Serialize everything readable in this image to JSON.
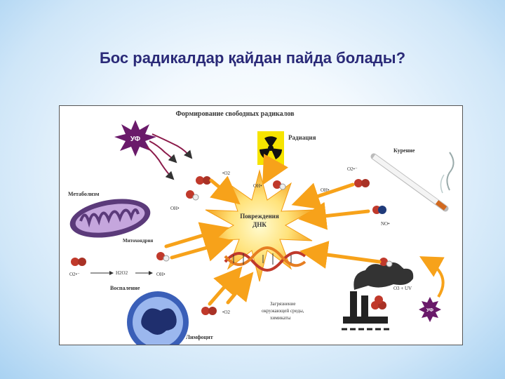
{
  "slide": {
    "title": "Бос радикалдар қайдан пайда болады?"
  },
  "diagram": {
    "heading": "Формирование свободных радикалов",
    "center_line1": "Повреждения",
    "center_line2": "ДНК",
    "uv_label": "УФ",
    "radiation_label": "Радиация",
    "smoking_label": "Курение",
    "metabolism_label": "Метаболизм",
    "mitochondria_label": "Митохондрия",
    "inflammation_label": "Воспаление",
    "lymphocyte_label": "Лимфоцит",
    "pollution_line1": "Загрязнение",
    "pollution_line2": "окружающей среды,",
    "pollution_line3": "химикаты",
    "uv_small_label": "УФ",
    "formula_o2_top": "•O2",
    "formula_oh_uv": "OH•",
    "formula_oh_rad": "OH•",
    "formula_o2_smoke": "O2•⁻",
    "formula_oh_smoke": "OH•",
    "formula_no": "NO•",
    "formula_o2_mito": "O2•⁻",
    "formula_h2o2": "H2O2",
    "formula_oh_mito": "OH•",
    "formula_oh_pollution": "OH•",
    "formula_o3": "O3 + UV",
    "formula_o2_bottom": "•O2",
    "colors": {
      "star_outer": "#f5a623",
      "star_inner": "#fff3a0",
      "arrow": "#f7a21a",
      "uv_star": "#6a1a6a",
      "dna_red": "#c0392b",
      "mito": "#5b3a7a",
      "cell": "#3a5fb8",
      "radiation_bg": "#f6e400"
    }
  }
}
